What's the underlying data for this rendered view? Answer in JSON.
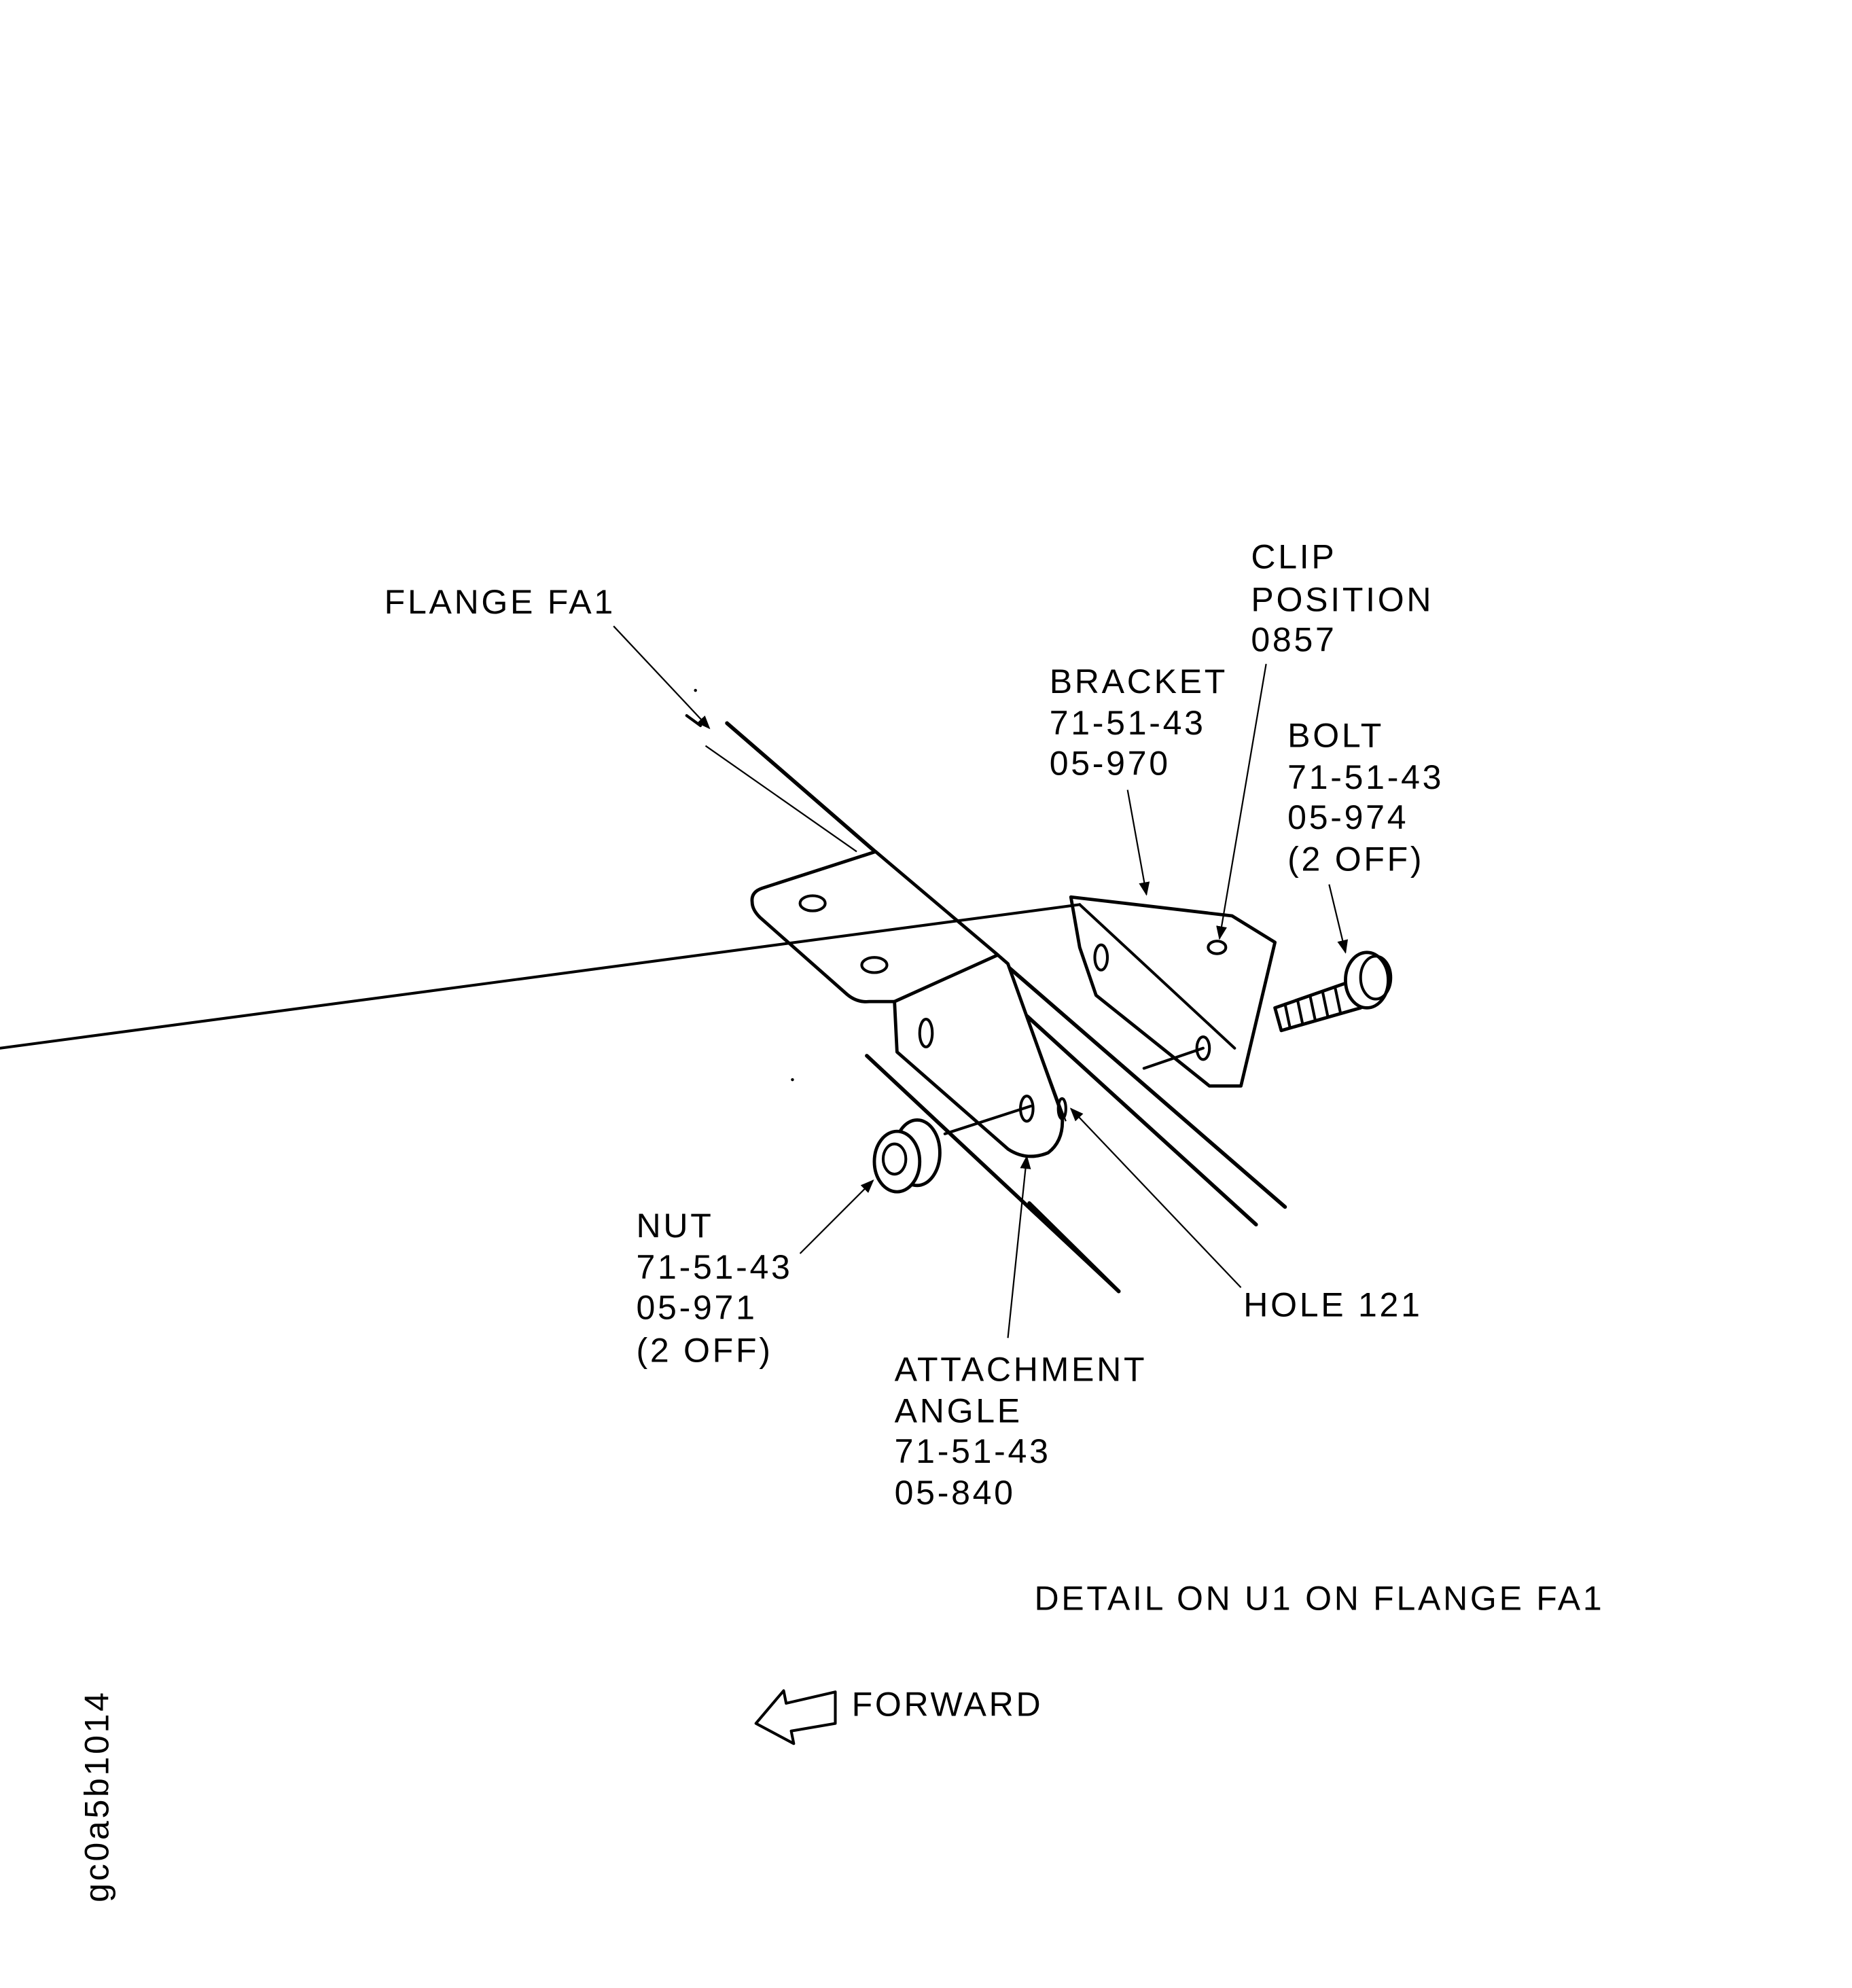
{
  "labels": {
    "flange": "FLANGE FA1",
    "clip": [
      "CLIP",
      "POSITION",
      "0857"
    ],
    "bracket": [
      "BRACKET",
      "71-51-43",
      "05-970"
    ],
    "bolt": [
      "BOLT",
      "71-51-43",
      "05-974",
      "(2 OFF)"
    ],
    "nut": [
      "NUT",
      "71-51-43",
      "05-971",
      "(2 OFF)"
    ],
    "hole": "HOLE 121",
    "attachment_angle": [
      "ATTACHMENT",
      "ANGLE",
      "71-51-43",
      "05-840"
    ],
    "detail_caption": "DETAIL ON U1 ON FLANGE FA1",
    "forward": "FORWARD",
    "figure_id": "gc0a5b1014"
  },
  "icons": {
    "forward_arrow": "forward-arrow-icon"
  }
}
